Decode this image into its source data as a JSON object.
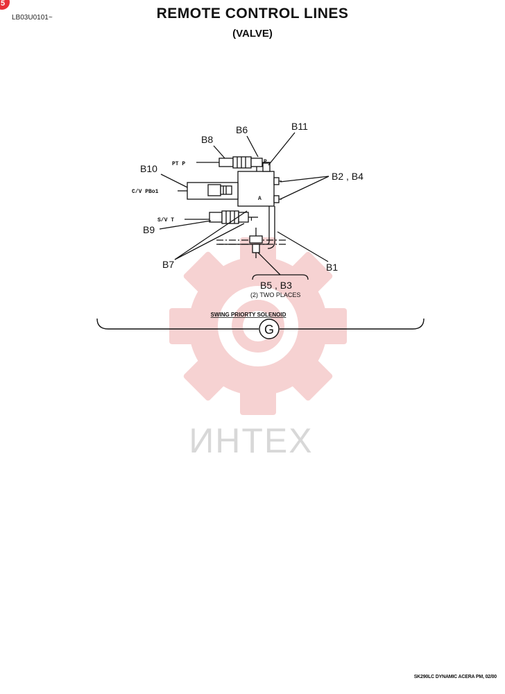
{
  "header": {
    "doc_code": "LB03U0101~",
    "title": "REMOTE CONTROL LINES",
    "subtitle": "(VALVE)",
    "corner_badge": "5"
  },
  "labels": {
    "b11": "B11",
    "b6": "B6",
    "b8": "B8",
    "b10": "B10",
    "b2_b4": "B2 , B4",
    "b9": "B9",
    "b7": "B7",
    "b1": "B1",
    "b5_b3": "B5 , B3",
    "two_places": "(2) TWO PLACES",
    "pt_p": "PT  P",
    "cv_pbo1": "C/V  PBo1",
    "sv_t": "S/V  T",
    "port_p": "P",
    "port_a": "A",
    "port_t": "T"
  },
  "caption": {
    "text": "SWING PRIORTY SOLENOID",
    "section_letter": "G"
  },
  "watermark": {
    "text": "ИНТЕХ",
    "color": "#f2b3b3"
  },
  "footer": {
    "text": "SK290LC DYNAMIC ACERA PM, 02/00"
  }
}
